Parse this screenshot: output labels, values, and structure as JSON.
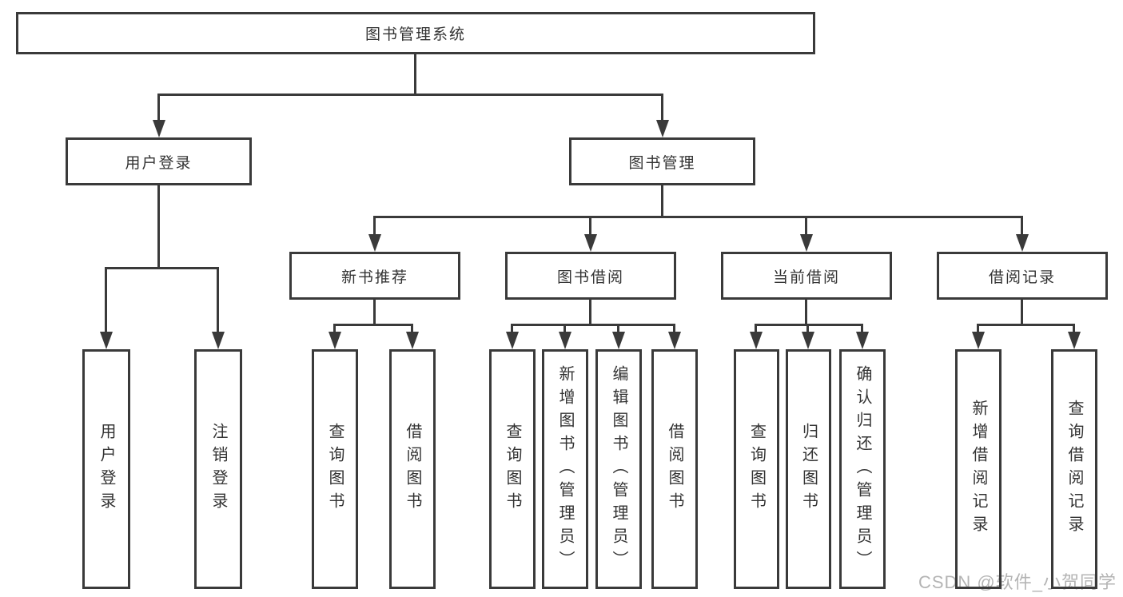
{
  "colors": {
    "line": "#3a3a3a",
    "text": "#333333",
    "background": "#ffffff",
    "watermark": "#b4b4b4"
  },
  "tree": {
    "root": "图书管理系统",
    "level2": [
      {
        "label": "用户登录",
        "children": [
          "用户登录",
          "注销登录"
        ]
      },
      {
        "label": "图书管理",
        "children": [
          {
            "label": "新书推荐",
            "children": [
              "查询图书",
              "借阅图书"
            ]
          },
          {
            "label": "图书借阅",
            "children": [
              "查询图书",
              "新增图书（管理员）",
              "编辑图书（管理员）",
              "借阅图书"
            ]
          },
          {
            "label": "当前借阅",
            "children": [
              "查询图书",
              "归还图书",
              "确认归还（管理员）"
            ]
          },
          {
            "label": "借阅记录",
            "children": [
              "新增借阅记录",
              "查询借阅记录"
            ]
          }
        ]
      }
    ]
  },
  "watermark": "CSDN @软件_小贺同学"
}
